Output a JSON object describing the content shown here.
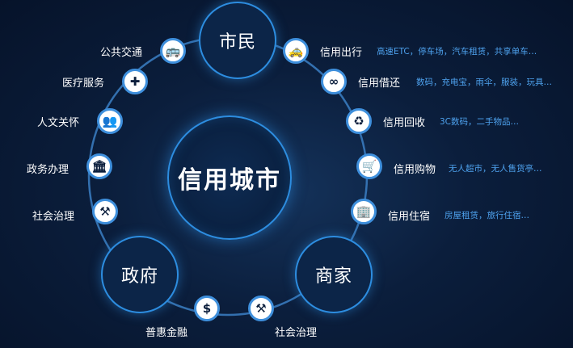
{
  "center": {
    "title": "信用城市"
  },
  "hubs": {
    "citizen": "市民",
    "government": "政府",
    "business": "商家"
  },
  "left_items": [
    {
      "label": "公共交通",
      "icon": "bus-icon",
      "glyph": "🚌"
    },
    {
      "label": "医疗服务",
      "icon": "medical-kit-icon",
      "glyph": "✚"
    },
    {
      "label": "人文关怀",
      "icon": "people-group-icon",
      "glyph": "👥"
    },
    {
      "label": "政务办理",
      "icon": "government-building-icon",
      "glyph": "🏛"
    },
    {
      "label": "社会治理",
      "icon": "tools-icon",
      "glyph": "⚒"
    }
  ],
  "right_items": [
    {
      "label": "信用出行",
      "desc": "高速ETC，停车场，汽车租赁，共享单车…",
      "icon": "car-icon",
      "glyph": "🚕"
    },
    {
      "label": "信用借还",
      "desc": "数码，充电宝，雨伞，服装，玩具…",
      "icon": "loop-icon",
      "glyph": "∞"
    },
    {
      "label": "信用回收",
      "desc": "3C数码，二手物品…",
      "icon": "recycle-icon",
      "glyph": "♻"
    },
    {
      "label": "信用购物",
      "desc": "无人超市，无人售货亭…",
      "icon": "shopping-cart-icon",
      "glyph": "🛒"
    },
    {
      "label": "信用住宿",
      "desc": "房屋租赁，旅行住宿…",
      "icon": "buildings-icon",
      "glyph": "🏢"
    }
  ],
  "bottom_items": [
    {
      "label": "普惠金融",
      "icon": "money-bag-icon",
      "glyph": "$"
    },
    {
      "label": "社会治理",
      "icon": "tools-icon",
      "glyph": "⚒"
    }
  ],
  "colors": {
    "accent": "#2d8de0",
    "desc_text": "#4ea2ee",
    "background": "#0b1e3c"
  }
}
